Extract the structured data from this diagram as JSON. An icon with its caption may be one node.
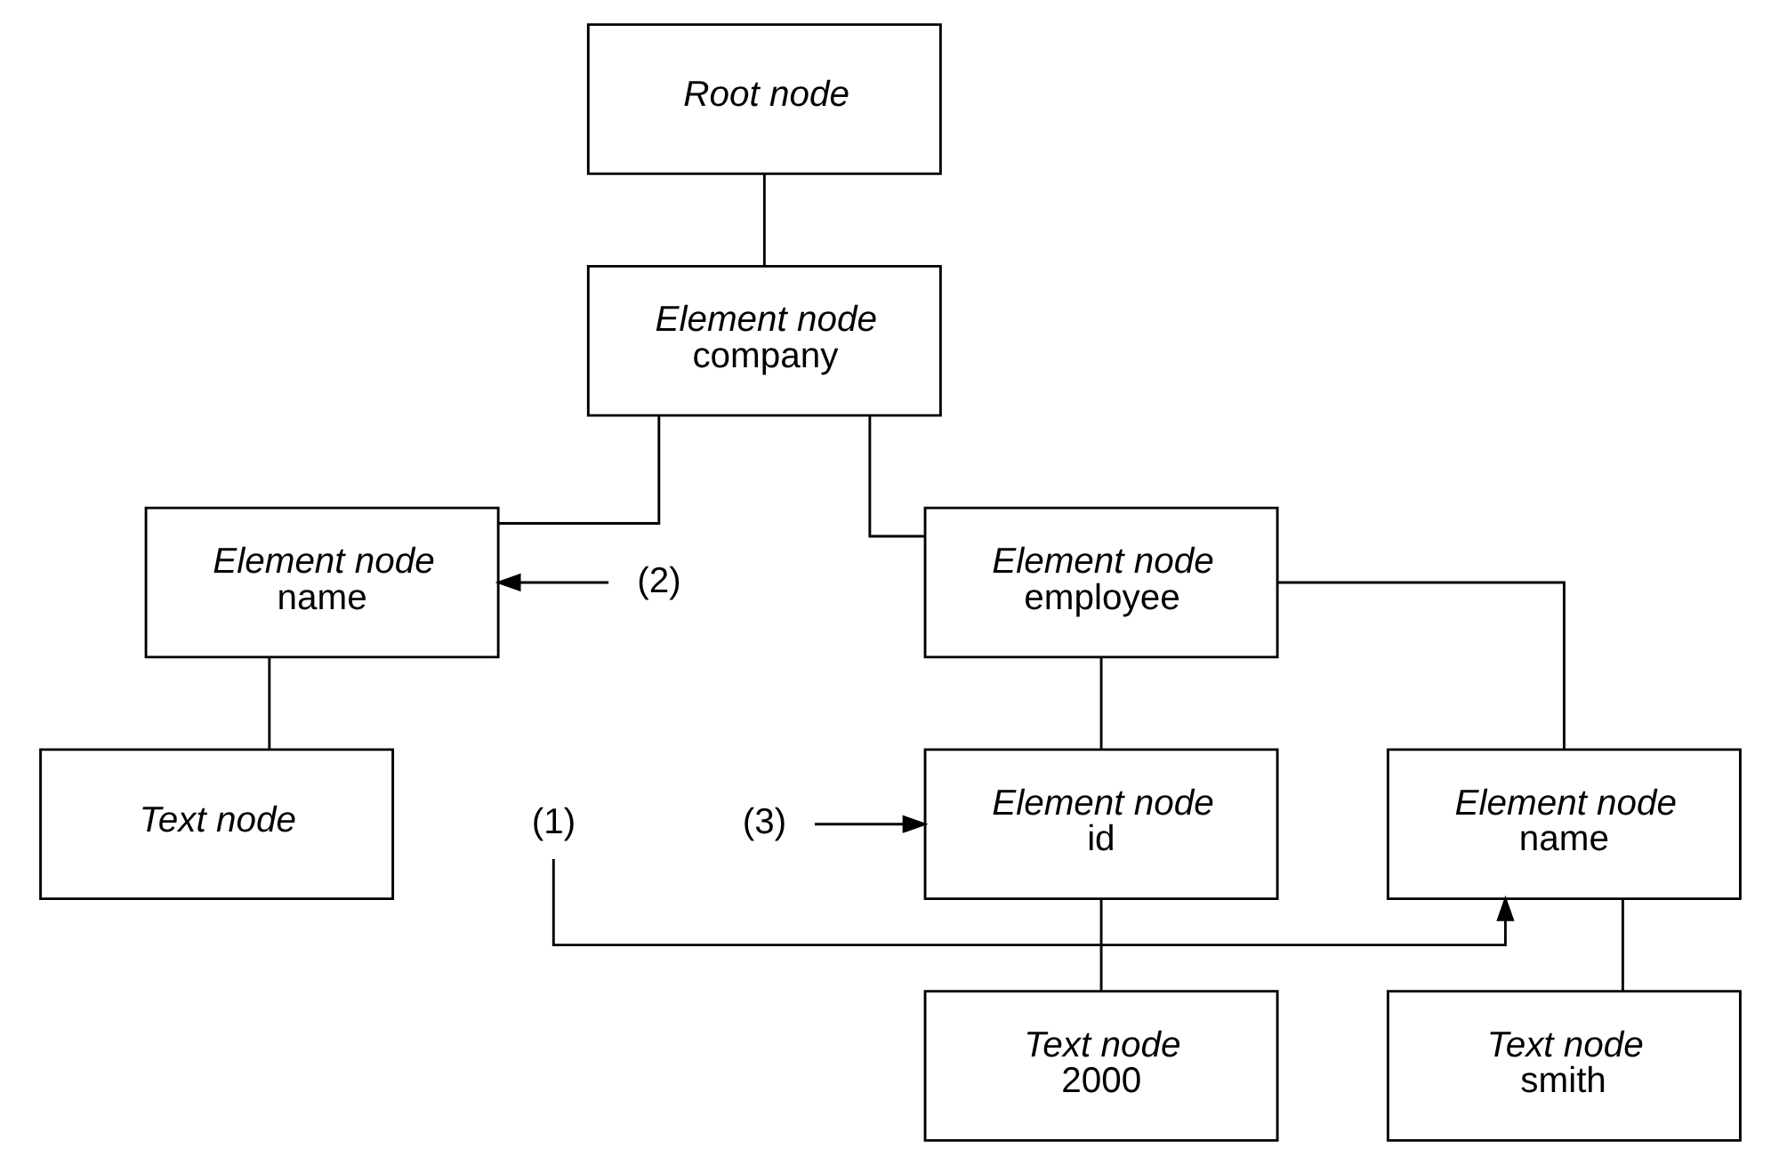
{
  "diagram": {
    "nodes": [
      {
        "text": [
          "Root node"
        ]
      },
      {
        "text": [
          "Element node",
          "company"
        ]
      },
      {
        "text": [
          "Element node",
          "name"
        ]
      },
      {
        "text": [
          "Text node"
        ]
      },
      {
        "text": [
          "Element node",
          "employee"
        ]
      },
      {
        "text": [
          "Element node",
          "name"
        ]
      },
      {
        "text": [
          "Element node",
          "id"
        ]
      },
      {
        "text": [
          "Text node",
          "smith"
        ]
      },
      {
        "text": [
          "Text node",
          "2000"
        ]
      },
      {
        "text": [
          "(2)"
        ]
      },
      {
        "text": [
          "(1)"
        ]
      },
      {
        "text": [
          "(3)"
        ]
      }
    ],
    "edges": [
      {
        "from": 0,
        "to": 1,
        "arrow": "none"
      },
      {
        "from": 1,
        "to": 2,
        "arrow": "none"
      },
      {
        "from": 1,
        "to": 4,
        "arrow": "none"
      },
      {
        "from": 2,
        "to": 3,
        "arrow": "none"
      },
      {
        "from": 4,
        "to": 5,
        "arrow": "none"
      },
      {
        "from": 4,
        "to": 6,
        "arrow": "none"
      },
      {
        "from": 5,
        "to": 7,
        "arrow": "none"
      },
      {
        "from": 6,
        "to": 8,
        "arrow": "none"
      },
      {
        "from": 9,
        "to": 2,
        "arrow": "to"
      },
      {
        "from": 10,
        "to": 5,
        "arrow": "to"
      },
      {
        "from": 11,
        "to": 6,
        "arrow": "to"
      }
    ]
  }
}
